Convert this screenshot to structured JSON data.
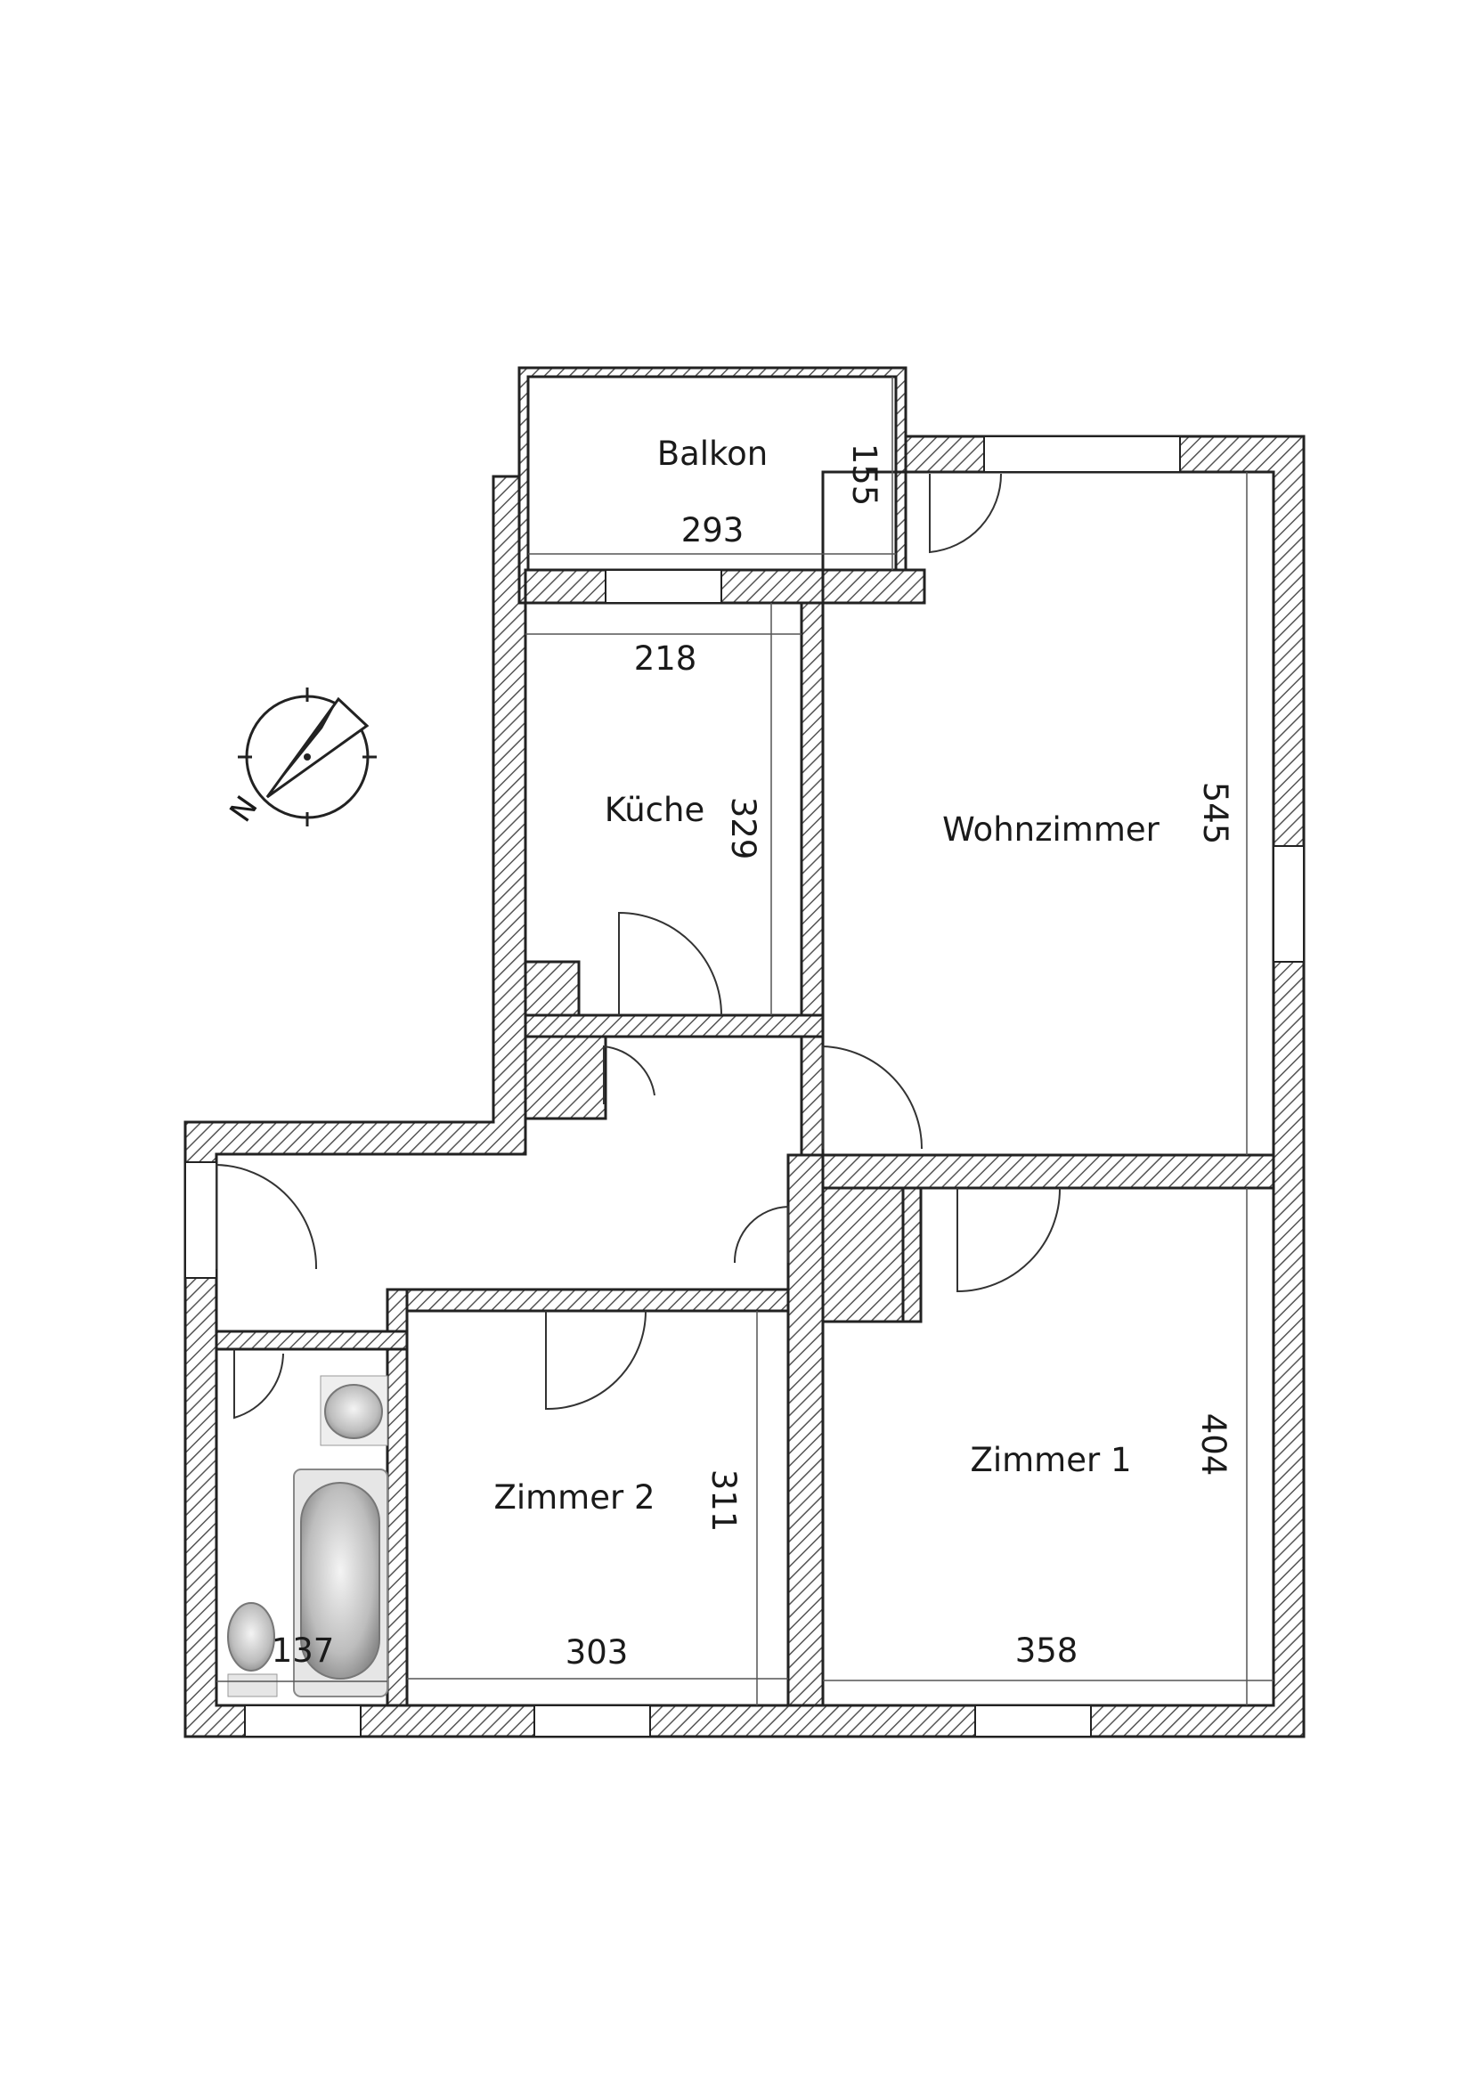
{
  "rooms": {
    "balkon": "Balkon",
    "kueche": "Küche",
    "wohnzimmer": "Wohnzimmer",
    "zimmer1": "Zimmer 1",
    "zimmer2": "Zimmer 2"
  },
  "dimensions": {
    "balkon_width": "293",
    "balkon_depth": "155",
    "kueche_width": "218",
    "kueche_depth": "329",
    "wohnzimmer_depth": "545",
    "zimmer1_width": "358",
    "zimmer1_depth": "404",
    "zimmer2_width": "303",
    "zimmer2_depth": "311",
    "bad_width": "137"
  },
  "compass": {
    "icon": "north-arrow-icon",
    "letter": "N"
  },
  "colors": {
    "wall_stroke": "#222222",
    "hatch": "#555555"
  }
}
